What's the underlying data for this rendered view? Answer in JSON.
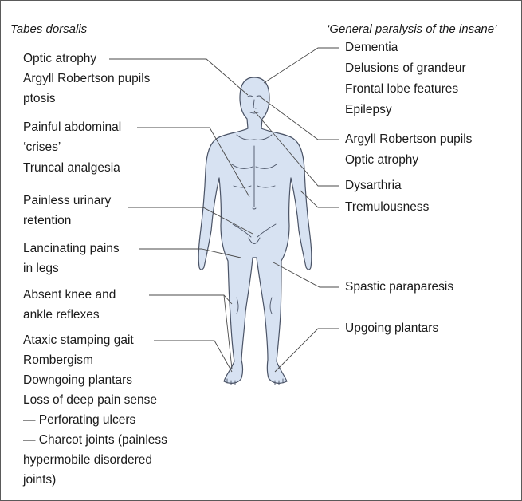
{
  "headers": {
    "left": "Tabes dorsalis",
    "right": "‘General paralysis of the insane’"
  },
  "left_labels": [
    [
      "Optic atrophy",
      "Argyll Robertson pupils",
      "ptosis"
    ],
    [
      "Painful abdominal",
      "‘crises’",
      "Truncal analgesia"
    ],
    [
      "Painless urinary",
      "retention"
    ],
    [
      "Lancinating pains",
      "in legs"
    ],
    [
      "Absent knee and",
      "ankle reflexes"
    ],
    [
      "Ataxic stamping gait",
      "Rombergism",
      "Downgoing plantars",
      "Loss of deep pain sense",
      "— Perforating ulcers",
      "— Charcot joints (painless",
      "hypermobile disordered",
      "joints)"
    ]
  ],
  "right_labels": [
    [
      "Dementia",
      "Delusions of grandeur",
      "Frontal lobe features",
      "Epilepsy"
    ],
    [
      "Argyll Robertson pupils",
      "Optic atrophy"
    ],
    [
      "Dysarthria"
    ],
    [
      "Tremulousness"
    ],
    [
      "Spastic paraparesis"
    ],
    [
      "Upgoing plantars"
    ]
  ],
  "colors": {
    "body_fill": "#d7e2f2",
    "body_stroke": "#4a5366",
    "leader_line": "#4a4a4a",
    "frame_border": "#5a5a5a"
  }
}
